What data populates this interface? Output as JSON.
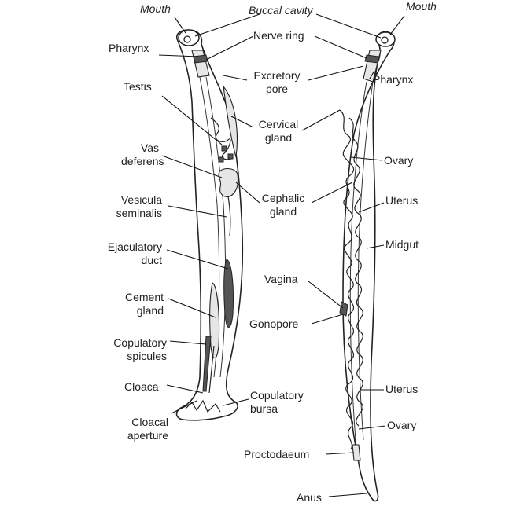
{
  "male_labels": {
    "mouth": "Mouth",
    "buccal_cavity": "Buccal cavity",
    "pharynx": "Pharynx",
    "testis": "Testis",
    "vas_deferens": "Vas\ndeferens",
    "vesicula_seminalis": "Vesicula\nseminalis",
    "ejaculatory_duct": "Ejaculatory\nduct",
    "cement_gland": "Cement\ngland",
    "copulatory_spicules": "Copulatory\nspicules",
    "cloaca": "Cloaca",
    "cloacal_aperture": "Cloacal\naperture"
  },
  "middle_labels": {
    "nerve_ring": "Nerve ring",
    "excretory_pore": "Excretory\npore",
    "cervical_gland": "Cervical\ngland",
    "cephalic_gland": "Cephalic\ngland",
    "copulatory_bursa": "Copulatory\nbursa",
    "vagina": "Vagina",
    "gonopore": "Gonopore",
    "proctodaeum": "Proctodaeum",
    "anus": "Anus"
  },
  "female_labels": {
    "mouth": "Mouth",
    "pharynx": "Pharynx",
    "ovary_top": "Ovary",
    "uterus_top": "Uterus",
    "midgut": "Midgut",
    "uterus_bottom": "Uterus",
    "ovary_bottom": "Ovary"
  }
}
